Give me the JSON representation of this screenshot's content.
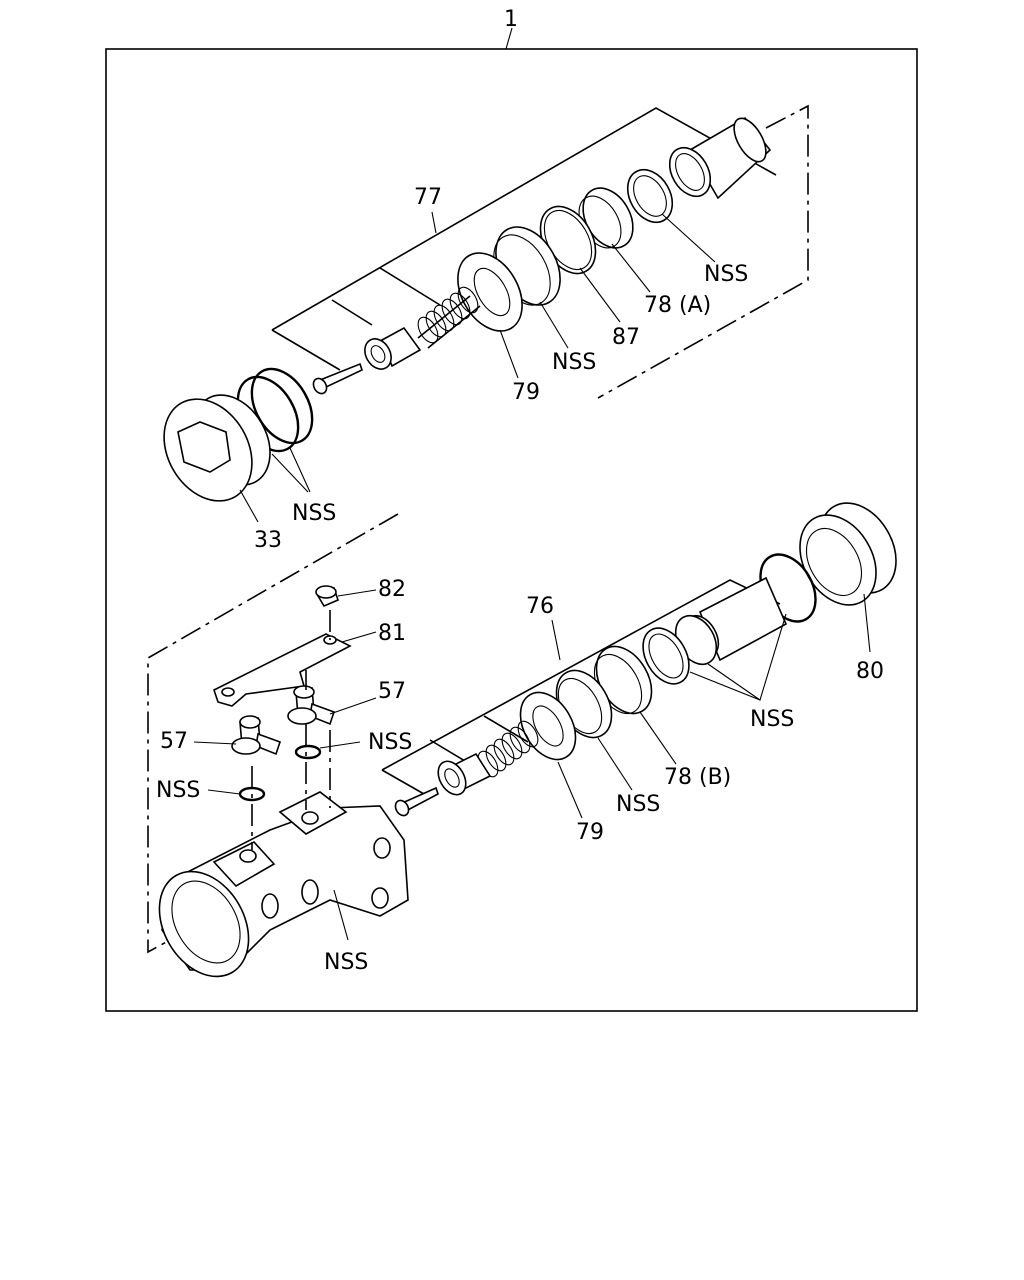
{
  "labels": {
    "assembly": "1",
    "upper_subassembly": "77",
    "lower_subassembly": "76",
    "nss": "NSS",
    "p33": "33",
    "p57": "57",
    "p78a": "78 (A)",
    "p78b": "78 (B)",
    "p79": "79",
    "p80": "80",
    "p81": "81",
    "p82": "82",
    "p87": "87"
  }
}
